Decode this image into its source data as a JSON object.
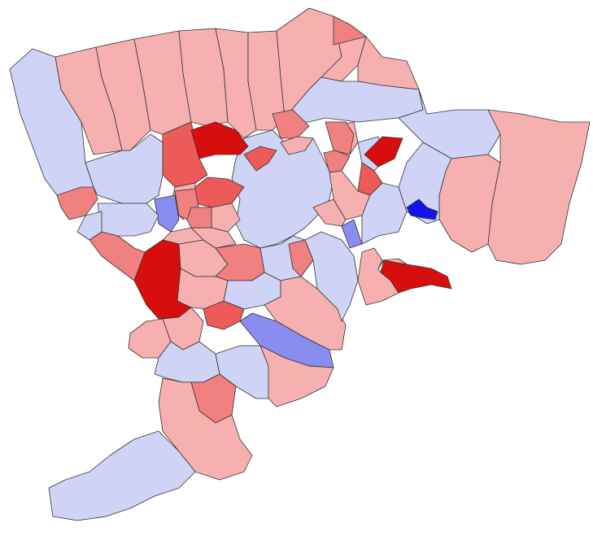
{
  "map": {
    "type": "choropleth",
    "legend": null,
    "colors": {
      "lightblue": "#cfd3f5",
      "midblue": "#8a8df0",
      "blue": "#1414e6",
      "lightred": "#f7b0b0",
      "midred": "#f18080",
      "red": "#ec5a5a",
      "darkred": "#d80d0d",
      "border": "#333333"
    },
    "regions": [
      {
        "id": "r01",
        "fill": "lightblue"
      },
      {
        "id": "r02",
        "fill": "lightred"
      },
      {
        "id": "r03",
        "fill": "lightred"
      },
      {
        "id": "r04",
        "fill": "lightred"
      },
      {
        "id": "r05",
        "fill": "lightred"
      },
      {
        "id": "r06",
        "fill": "lightred"
      },
      {
        "id": "r07",
        "fill": "lightred"
      },
      {
        "id": "r08",
        "fill": "lightred"
      },
      {
        "id": "r09",
        "fill": "lightred"
      },
      {
        "id": "r10",
        "fill": "midred"
      },
      {
        "id": "r11",
        "fill": "lightred"
      },
      {
        "id": "r12",
        "fill": "lightblue"
      },
      {
        "id": "r13",
        "fill": "lightblue"
      },
      {
        "id": "r14",
        "fill": "lightblue"
      },
      {
        "id": "r15",
        "fill": "lightred"
      },
      {
        "id": "r16",
        "fill": "lightred"
      },
      {
        "id": "r17",
        "fill": "lightblue"
      },
      {
        "id": "r18",
        "fill": "red"
      },
      {
        "id": "r19",
        "fill": "darkred"
      },
      {
        "id": "r20",
        "fill": "red"
      },
      {
        "id": "r21",
        "fill": "lightblue"
      },
      {
        "id": "r22",
        "fill": "midred"
      },
      {
        "id": "r23",
        "fill": "darkred"
      },
      {
        "id": "r24",
        "fill": "midred"
      },
      {
        "id": "r25",
        "fill": "red"
      },
      {
        "id": "r26",
        "fill": "lightred"
      },
      {
        "id": "r27",
        "fill": "midblue"
      },
      {
        "id": "r28",
        "fill": "blue"
      },
      {
        "id": "r29",
        "fill": "lightred"
      },
      {
        "id": "r30",
        "fill": "lightblue"
      },
      {
        "id": "r31",
        "fill": "midblue"
      },
      {
        "id": "r32",
        "fill": "lightred"
      },
      {
        "id": "r33",
        "fill": "red"
      },
      {
        "id": "r34",
        "fill": "darkred"
      },
      {
        "id": "r35",
        "fill": "darkred"
      },
      {
        "id": "r36",
        "fill": "midred"
      },
      {
        "id": "r37",
        "fill": "midred"
      },
      {
        "id": "r38",
        "fill": "lightred"
      },
      {
        "id": "r39",
        "fill": "midred"
      },
      {
        "id": "r40",
        "fill": "midblue"
      },
      {
        "id": "r41",
        "fill": "lightred"
      },
      {
        "id": "r42",
        "fill": "lightblue"
      },
      {
        "id": "r43",
        "fill": "lightred"
      },
      {
        "id": "r44",
        "fill": "midred"
      },
      {
        "id": "r45",
        "fill": "lightred"
      },
      {
        "id": "r46",
        "fill": "lightblue"
      },
      {
        "id": "r47",
        "fill": "lightred"
      },
      {
        "id": "r48",
        "fill": "lightblue"
      },
      {
        "id": "r49",
        "fill": "lightred"
      },
      {
        "id": "r50",
        "fill": "midred"
      },
      {
        "id": "r51",
        "fill": "lightred"
      },
      {
        "id": "r52",
        "fill": "lightred"
      },
      {
        "id": "r53",
        "fill": "lightblue"
      },
      {
        "id": "r54",
        "fill": "lightblue"
      },
      {
        "id": "r55",
        "fill": "lightred"
      },
      {
        "id": "r56",
        "fill": "midred"
      },
      {
        "id": "r57",
        "fill": "red"
      },
      {
        "id": "r58",
        "fill": "lightred"
      },
      {
        "id": "r59",
        "fill": "lightblue"
      },
      {
        "id": "r60",
        "fill": "midred"
      },
      {
        "id": "r61",
        "fill": "lightred"
      },
      {
        "id": "r62",
        "fill": "lightblue"
      },
      {
        "id": "r63",
        "fill": "lightblue"
      },
      {
        "id": "r64",
        "fill": "lightred"
      },
      {
        "id": "r65",
        "fill": "lightred"
      },
      {
        "id": "r66",
        "fill": "midred"
      },
      {
        "id": "r67",
        "fill": "lightred"
      },
      {
        "id": "r68",
        "fill": "lightblue"
      }
    ]
  }
}
